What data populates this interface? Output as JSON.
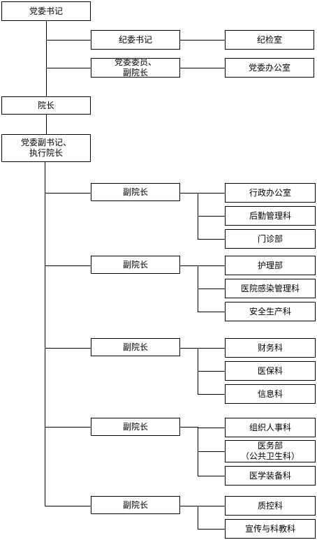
{
  "top": {
    "party_secretary": [
      "党委书记"
    ],
    "discipline_secretary": [
      "纪委书记"
    ],
    "discipline_office": [
      "纪检室"
    ],
    "committee_member": [
      "党委委员、",
      "副院长"
    ],
    "party_office": [
      "党委办公室"
    ],
    "president": [
      "院长"
    ],
    "executive": [
      "党委副书记、",
      "执行院长"
    ]
  },
  "branches": [
    {
      "head": [
        "副院长"
      ],
      "depts": [
        [
          "行政办公室"
        ],
        [
          "后勤管理科"
        ],
        [
          "门诊部"
        ]
      ]
    },
    {
      "head": [
        "副院长"
      ],
      "depts": [
        [
          "护理部"
        ],
        [
          "医院感染管理科"
        ],
        [
          "安全生产科"
        ]
      ]
    },
    {
      "head": [
        "副院长"
      ],
      "depts": [
        [
          "财务科"
        ],
        [
          "医保科"
        ],
        [
          "信息科"
        ]
      ]
    },
    {
      "head": [
        "副院长"
      ],
      "depts": [
        [
          "组织人事科"
        ],
        [
          "医务部",
          "（公共卫生科）"
        ],
        [
          "医学装备科"
        ]
      ]
    },
    {
      "head": [
        "副院长"
      ],
      "depts": [
        [
          "质控科"
        ],
        [
          "宣传与科教科"
        ]
      ]
    }
  ]
}
